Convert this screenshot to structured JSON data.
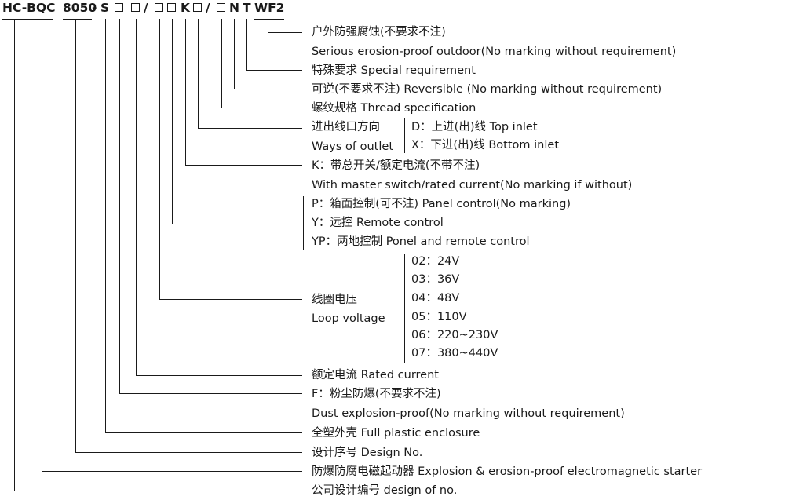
{
  "code": {
    "prefix": "HC-BQC",
    "design_no": "8050",
    "dash": "-",
    "s": "S",
    "slash1": "/",
    "k": "K",
    "slash2": "/",
    "n": "N",
    "t": "T",
    "wf2": "WF2"
  },
  "items": {
    "wf2_cn": "户外防强腐蚀(不要求不注)",
    "wf2_en": "Serious erosion-proof outdoor(No marking without requirement)",
    "t": "特殊要求  Special requirement",
    "n": "可逆(不要求不注)  Reversible (No marking without requirement)",
    "thread": "螺纹规格  Thread specification",
    "outlet_cn": "进出线口方向",
    "outlet_en": "Ways of outlet",
    "outlet_d": "D：上进(出)线   Top inlet",
    "outlet_x": "X：下进(出)线   Bottom inlet",
    "k_cn": "K：带总开关/额定电流(不带不注)",
    "k_en": "With master switch/rated current(No marking if without)",
    "ctrl_p": "P：箱面控制(可不注)  Panel control(No marking)",
    "ctrl_y": "Y：远控   Remote control",
    "ctrl_yp": "YP：两地控制  Ponel and remote control",
    "voltage_cn": "线圈电压",
    "voltage_en": "Loop voltage",
    "voltages": [
      "02：24V",
      "03：36V",
      "04：48V",
      "05：110V",
      "06：220~230V",
      "07：380~440V"
    ],
    "current": "额定电流  Rated current",
    "dust_cn": "F：粉尘防爆(不要求不注)",
    "dust_en": "Dust explosion-proof(No marking without requirement)",
    "plastic": "全塑外壳  Full plastic enclosure",
    "design": "设计序号  Design No.",
    "product": "防爆防腐电磁起动器  Explosion & erosion-proof electromagnetic starter",
    "company": "公司设计编号 design of no."
  }
}
